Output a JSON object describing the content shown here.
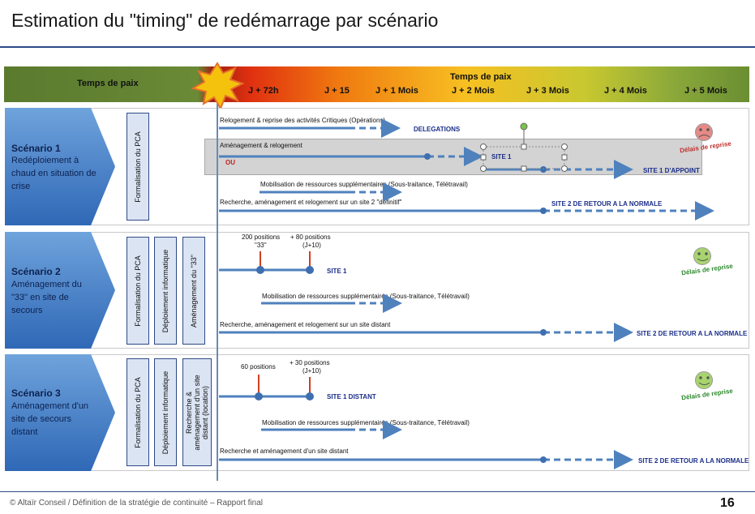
{
  "title": "Estimation du \"timing\" de redémarrage par scénario",
  "header": {
    "tp_left": "Temps de paix",
    "tp_right": "Temps de paix",
    "ticks": [
      "J + 72h",
      "J + 15",
      "J + 1 Mois",
      "J + 2 Mois",
      "J + 3 Mois",
      "J + 4 Mois",
      "J + 5 Mois"
    ]
  },
  "scenario1": {
    "title": "Scénario 1",
    "desc": "Redéploiement à chaud en situation de crise",
    "vbox": "Formalisation du PCA",
    "line1": "Relogement & reprise des activités Critiques (Opérations)",
    "line1_dest": "DELEGATIONS",
    "line2": "Aménagement & relogement",
    "ou": "OU",
    "site1": "SITE 1",
    "site1_appoint": "SITE 1 D'APPOINT",
    "line3": "Mobilisation de ressources supplémentaires (Sous-traitance, Télétravail)",
    "line4": "Recherche, aménagement et relogement sur un site 2 \"définitif\"",
    "line4_dest": "SITE 2 DE RETOUR A LA NORMALE",
    "delai": "Délais de reprise",
    "delai_color": "#c0302a"
  },
  "scenario2": {
    "title": "Scénario 2",
    "desc": "Aménagement du \"33\" en site de secours",
    "vbox1": "Formalisation du PCA",
    "vbox2": "Déploiement informatique",
    "vbox3": "Aménagement du \"33\"",
    "m1": "200 positions",
    "m1b": "\"33\"",
    "m2": "+ 80 positions",
    "m2b": "(J+10)",
    "site1": "SITE 1",
    "line2": "Mobilisation de ressources supplémentaires (Sous-traitance, Télétravail)",
    "line3": "Recherche, aménagement et relogement sur un site distant",
    "line3_dest": "SITE 2 DE RETOUR A LA NORMALE",
    "delai": "Délais de reprise",
    "delai_color": "#2e8a2e"
  },
  "scenario3": {
    "title": "Scénario 3",
    "desc": "Aménagement d'un site de secours distant",
    "vbox1": "Formalisation du PCA",
    "vbox2": "Déploiement informatique",
    "vbox3a": "Recherche &",
    "vbox3b": "aménagement d'un site",
    "vbox3c": "distant (location)",
    "m1": "60 positions",
    "m2": "+ 30 positions",
    "m2b": "(J+10)",
    "site1": "SITE 1 DISTANT",
    "line2": "Mobilisation de ressources supplémentaires (Sous-traitance, Télétravail)",
    "line3": "Recherche et aménagement d'un site distant",
    "line3_dest": "SITE 2 DE RETOUR A LA NORMALE",
    "delai": "Délais de reprise",
    "delai_color": "#2e8a2e"
  },
  "footer": "© Altaïr Conseil / Définition de la stratégie de continuité – Rapport final",
  "page": "16"
}
